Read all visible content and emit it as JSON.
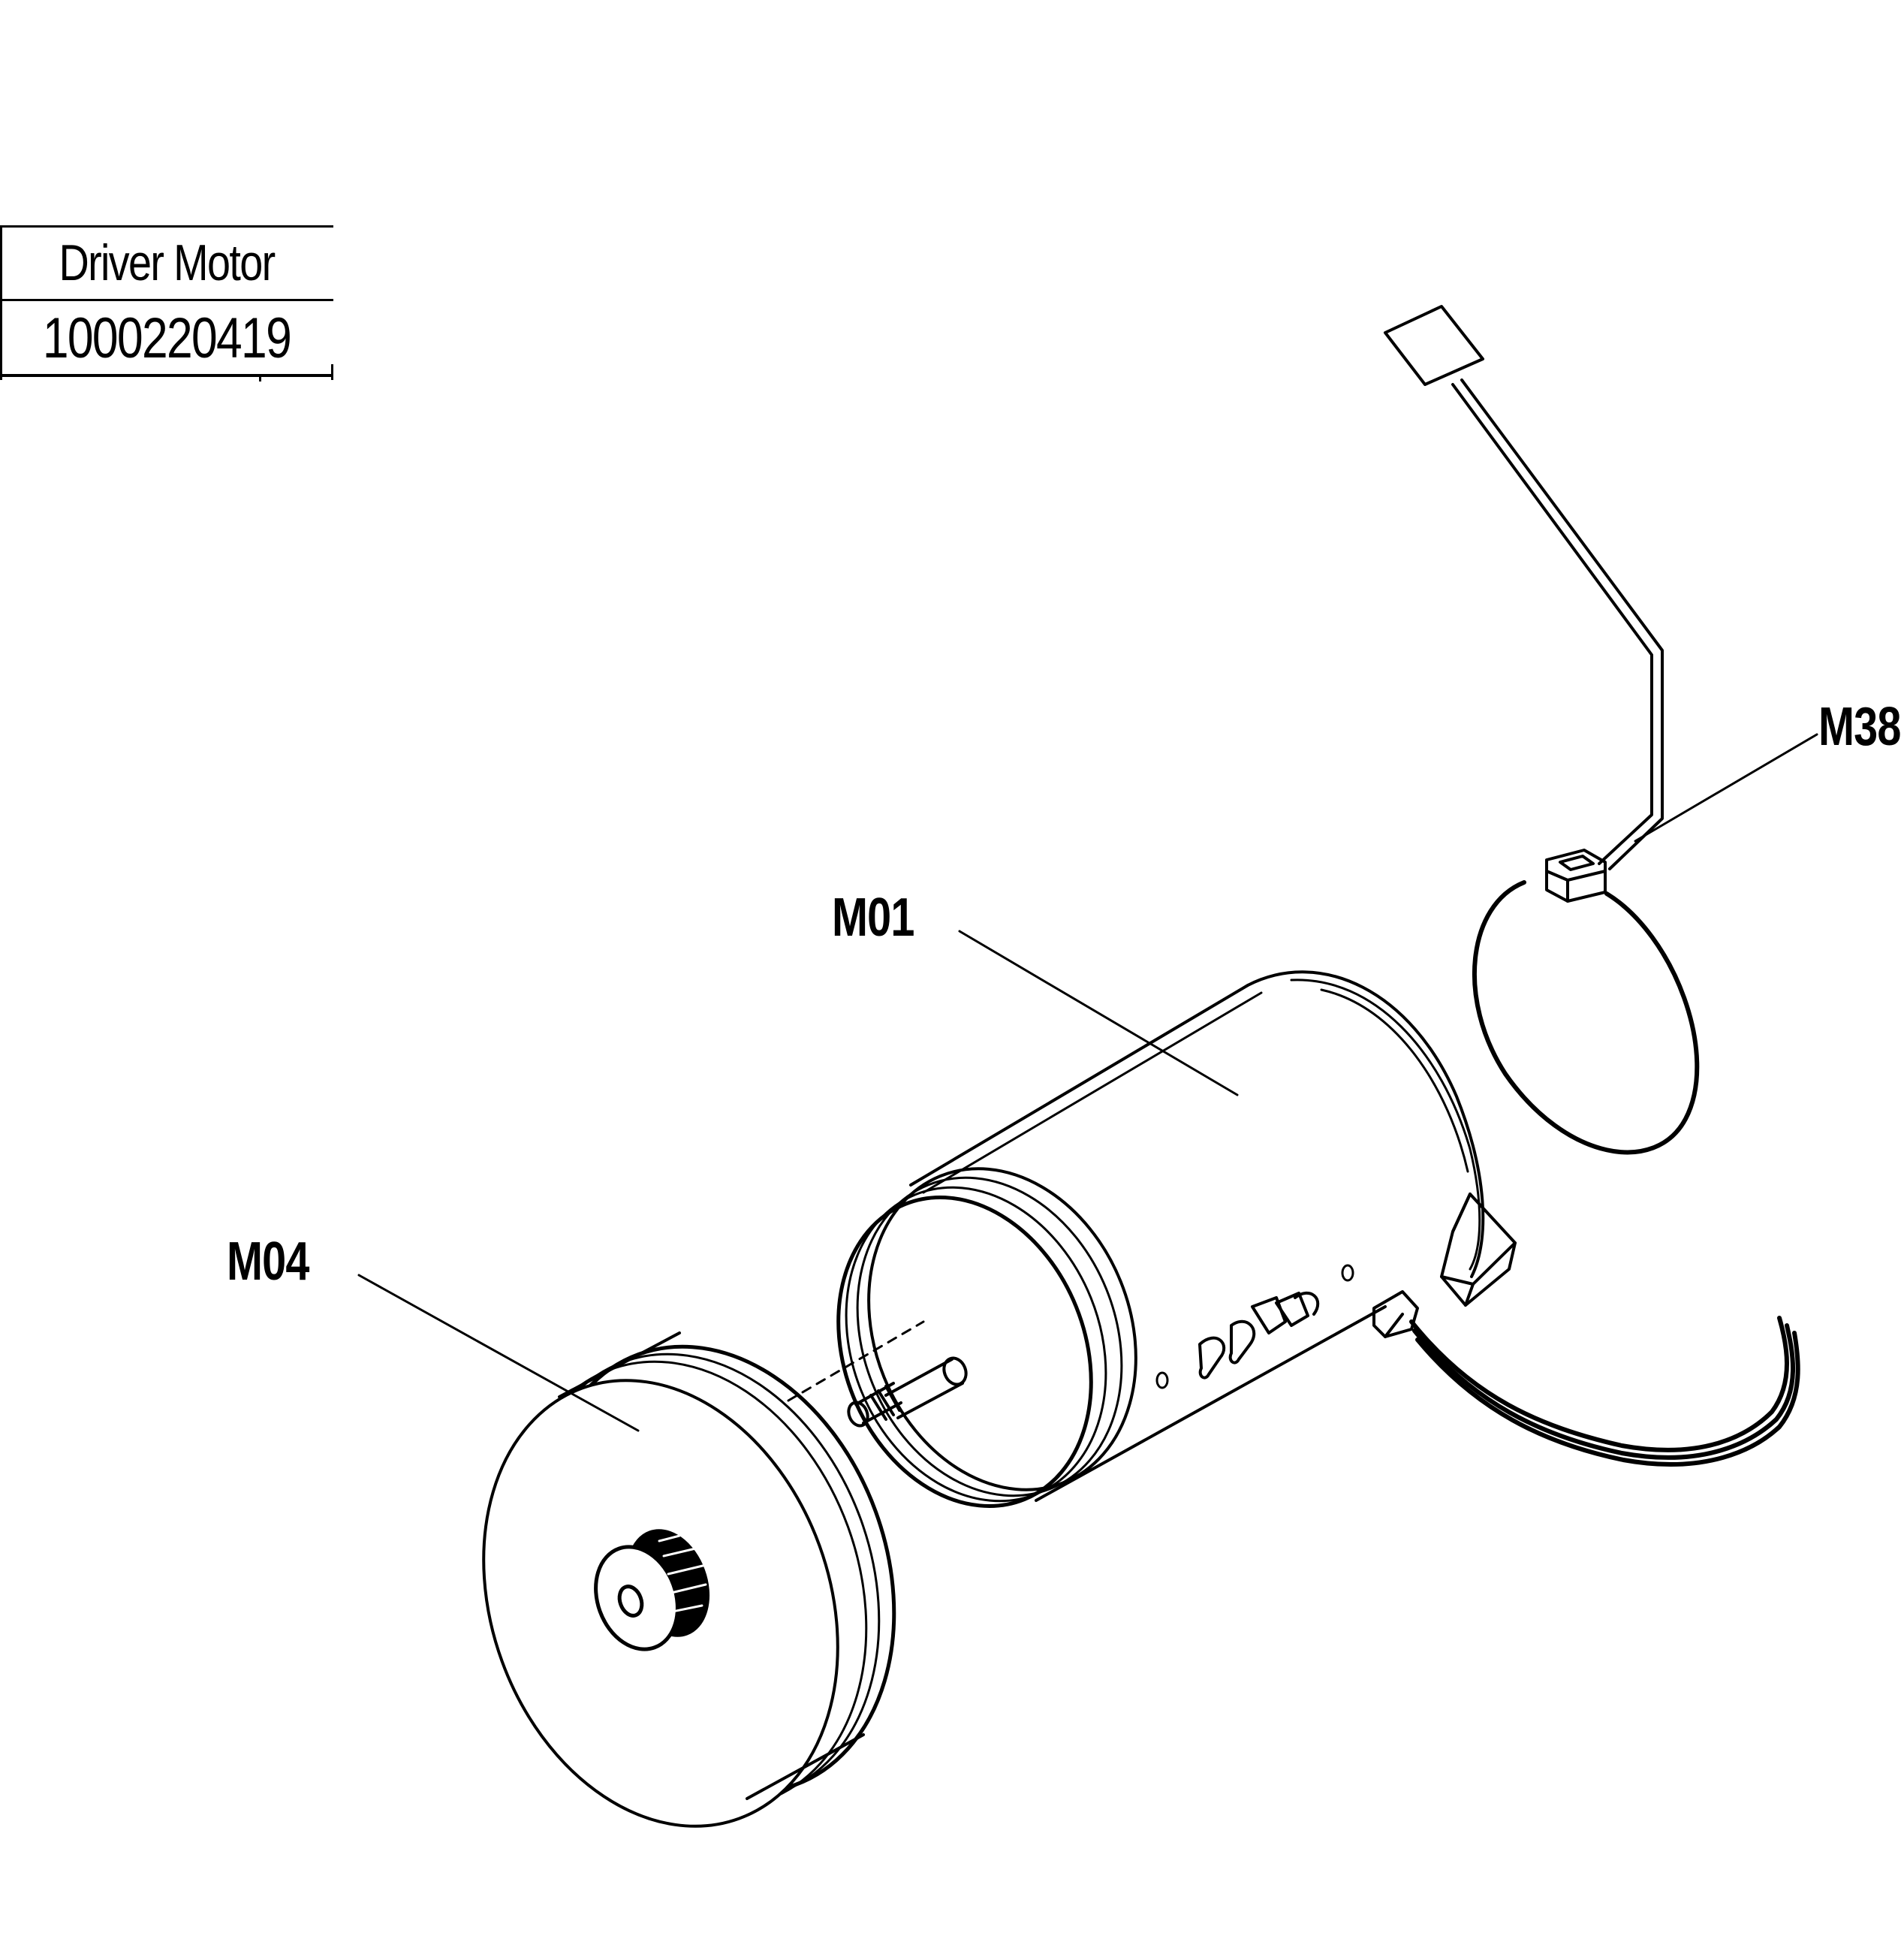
{
  "title_block": {
    "name": "Driver Motor",
    "part_number": "1000220419"
  },
  "callouts": {
    "m01": "M01",
    "m04": "M04",
    "m38": "M38"
  }
}
